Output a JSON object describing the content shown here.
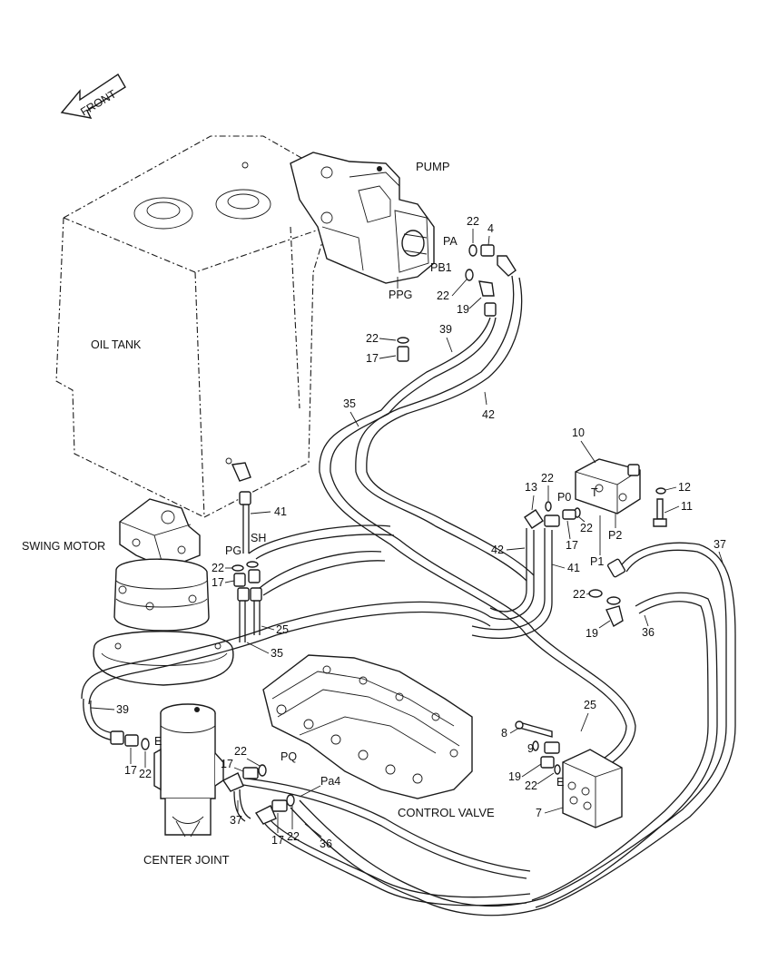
{
  "diagram": {
    "front_arrow": "FRONT",
    "components": {
      "pump": "PUMP",
      "oil_tank": "OIL TANK",
      "swing_motor": "SWING MOTOR",
      "control_valve": "CONTROL VALVE",
      "center_joint": "CENTER JOINT"
    },
    "ports": {
      "pa": "PA",
      "pb1": "PB1",
      "ppg": "PPG",
      "p0": "P0",
      "t": "T",
      "p1": "P1",
      "p2": "P2",
      "pg": "PG",
      "sh": "SH",
      "pq": "PQ",
      "pa4": "Pa4",
      "e_center": "E",
      "e_block": "E"
    },
    "callouts": {
      "c22_pa": "22",
      "c4": "4",
      "c22_pb1": "22",
      "c19_pump": "19",
      "c22_ppg": "22",
      "c17_ppg": "17",
      "c39_top": "39",
      "c35_top": "35",
      "c42_top": "42",
      "c10": "10",
      "c13": "13",
      "c22_p0": "22",
      "c12": "12",
      "c11": "11",
      "c22_t": "22",
      "c17_t": "17",
      "c42_mid": "42",
      "c41_mid": "41",
      "c41_sm": "41",
      "c37_right": "37",
      "c22_p1": "22",
      "c19_p1": "19",
      "c36_right": "36",
      "c22_pg": "22",
      "c17_pg": "17",
      "c25_sm": "25",
      "c35_sm": "35",
      "c39_left": "39",
      "c17_cj": "17",
      "c22_cj": "22",
      "c22_pq": "22",
      "c17_pq": "17",
      "c37_cv": "37",
      "c17_pa4": "17",
      "c22_pa4": "22",
      "c36_cv": "36",
      "c25_right": "25",
      "c8": "8",
      "c9": "9",
      "c19_block": "19",
      "c22_block": "22",
      "c7": "7"
    }
  }
}
